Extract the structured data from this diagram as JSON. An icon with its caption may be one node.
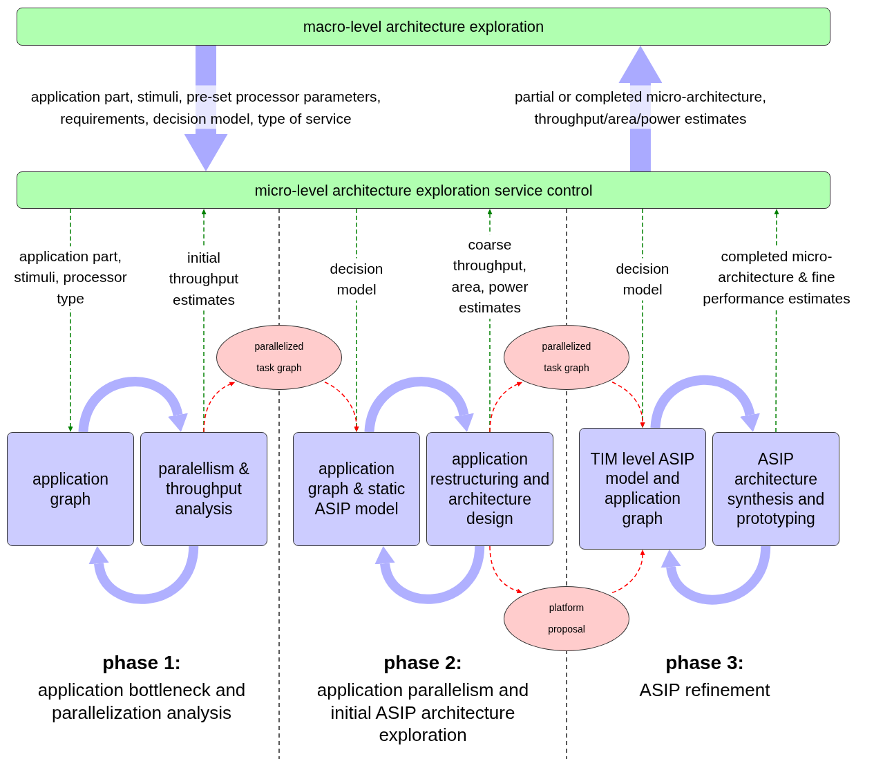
{
  "diagram": {
    "nodes": [
      {
        "text": [
          "macro-level architecture exploration"
        ]
      },
      {
        "text": [
          "micro-level architecture exploration service control"
        ]
      },
      {
        "text": [
          "application graph"
        ]
      },
      {
        "text": [
          "paralellism & throughput analysis"
        ]
      },
      {
        "text": [
          "parallelized task graph"
        ]
      },
      {
        "text": [
          "application graph & static ASIP model"
        ]
      },
      {
        "text": [
          "application restructuring and architecture design"
        ]
      },
      {
        "text": [
          "parallelized task graph"
        ]
      },
      {
        "text": [
          "TIM level ASIP model and application graph"
        ]
      },
      {
        "text": [
          "ASIP architecture synthesis and prototyping"
        ]
      },
      {
        "text": [
          "platform proposal"
        ]
      }
    ],
    "edges": [
      {
        "from": 0,
        "to": 1,
        "arrow": "to",
        "label": "application part, stimuli, pre-set processor parameters, requirements, decision model, type of service",
        "style": "thick",
        "color": "#aaaaff"
      },
      {
        "from": 1,
        "to": 0,
        "arrow": "to",
        "label": "partial or completed micro-architecture, throughput/area/power estimates",
        "style": "thick",
        "color": "#aaaaff"
      },
      {
        "from": 1,
        "to": 2,
        "arrow": "to",
        "label": "application part, stimuli, processor type",
        "style": "dashed",
        "color": "#008000"
      },
      {
        "from": 3,
        "to": 1,
        "arrow": "to",
        "label": "initial throughput estimates",
        "style": "dashed",
        "color": "#008000"
      },
      {
        "from": 1,
        "to": 5,
        "arrow": "to",
        "label": "decision model",
        "style": "dashed",
        "color": "#008000"
      },
      {
        "from": 6,
        "to": 1,
        "arrow": "to",
        "label": "coarse throughput, area, power estimates",
        "style": "dashed",
        "color": "#008000"
      },
      {
        "from": 1,
        "to": 8,
        "arrow": "to",
        "label": "decision model",
        "style": "dashed",
        "color": "#008000"
      },
      {
        "from": 9,
        "to": 1,
        "arrow": "to",
        "label": "completed micro-architecture & fine performance estimates",
        "style": "dashed",
        "color": "#008000"
      },
      {
        "from": 3,
        "to": 4,
        "arrow": "to",
        "style": "dashed",
        "color": "#ff0000"
      },
      {
        "from": 4,
        "to": 5,
        "arrow": "to",
        "style": "dashed",
        "color": "#ff0000"
      },
      {
        "from": 6,
        "to": 7,
        "arrow": "to",
        "style": "dashed",
        "color": "#ff0000"
      },
      {
        "from": 7,
        "to": 8,
        "arrow": "to",
        "style": "dashed",
        "color": "#ff0000"
      },
      {
        "from": 6,
        "to": 10,
        "arrow": "to",
        "style": "dashed",
        "color": "#ff0000"
      },
      {
        "from": 10,
        "to": 8,
        "arrow": "to",
        "style": "dashed",
        "color": "#ff0000"
      },
      {
        "from": 2,
        "to": 3,
        "arrow": "to",
        "style": "thick",
        "color": "#b0b0ff"
      },
      {
        "from": 3,
        "to": 2,
        "arrow": "to",
        "style": "thick",
        "color": "#b0b0ff"
      },
      {
        "from": 5,
        "to": 6,
        "arrow": "to",
        "style": "thick",
        "color": "#b0b0ff"
      },
      {
        "from": 6,
        "to": 5,
        "arrow": "to",
        "style": "thick",
        "color": "#b0b0ff"
      },
      {
        "from": 8,
        "to": 9,
        "arrow": "to",
        "style": "thick",
        "color": "#b0b0ff"
      },
      {
        "from": 9,
        "to": 8,
        "arrow": "to",
        "style": "thick",
        "color": "#b0b0ff"
      }
    ],
    "labels": [
      "phase 1:",
      "application bottleneck and parallelization analysis",
      "phase 2:",
      "application parallelism and initial ASIP architecture exploration",
      "phase 3:",
      "ASIP refinement"
    ]
  }
}
